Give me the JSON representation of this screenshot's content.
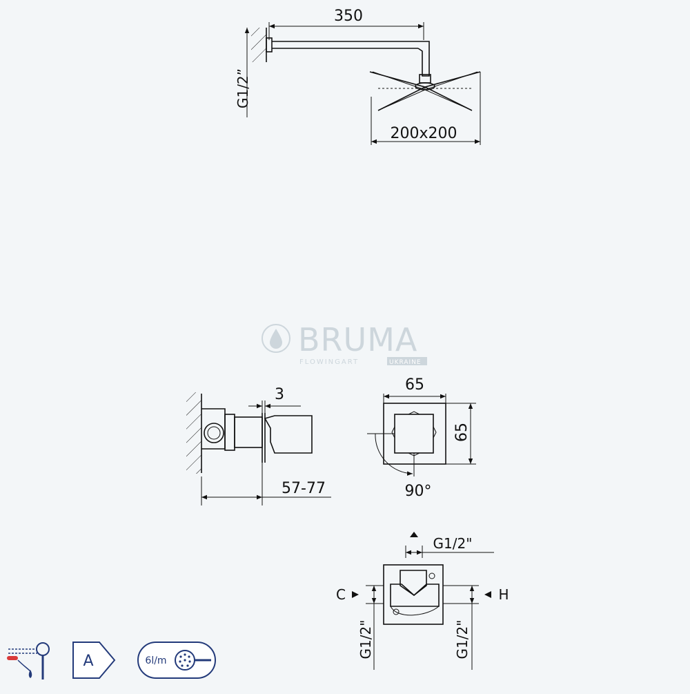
{
  "shower_head": {
    "arm_length": "350",
    "inlet_thread": "G1/2”",
    "head_size": "200x200"
  },
  "watermark": {
    "brand": "BRUMA",
    "tagline": "FLOWINGART",
    "region": "UKRAINE"
  },
  "mixer_side": {
    "cover_gap": "3",
    "depth_range": "57-77"
  },
  "mixer_front": {
    "width": "65",
    "height": "65",
    "rotation": "90°"
  },
  "valve_body": {
    "outlet_thread": "G1/2\"",
    "cold_label": "C",
    "hot_label": "H",
    "cold_thread": "G1/2\"",
    "hot_thread": "G1/2\""
  },
  "badges": {
    "energy_class": "A",
    "flow_rate": "6l/m"
  },
  "colors": {
    "background": "#f3f6f8",
    "line": "#111111",
    "badge_blue": "#233a7a",
    "watermark": "#cdd6dc",
    "hot_red": "#d93a3a"
  }
}
